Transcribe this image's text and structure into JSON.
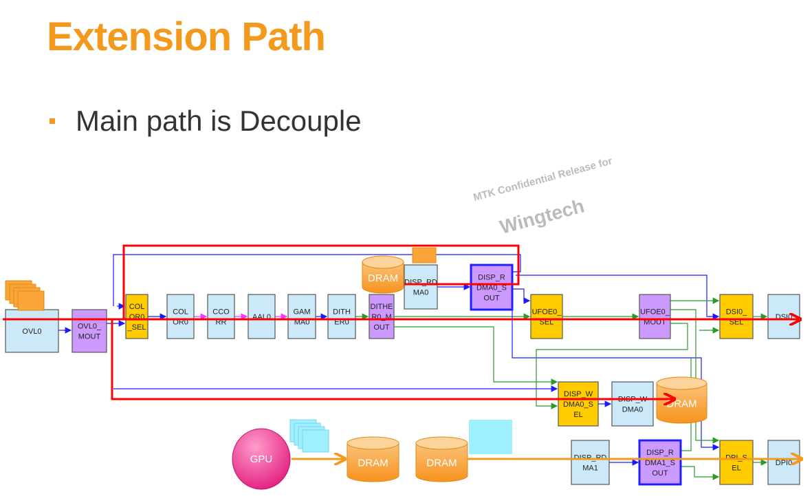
{
  "slide": {
    "title": "Extension Path",
    "bullet": "Main path is Decouple"
  },
  "watermark": "MTK Confidential Release for Wingtech",
  "colors": {
    "title": "#f39a1e",
    "decouple_path": "#ff0000",
    "gpu_path": "#f39a1e",
    "selector_block": "#ffcc00",
    "mout_block": "#cc99ff",
    "module_block": "#cce9f9",
    "dram": "#f9a53a",
    "gpu": "#e6307f"
  },
  "blocks": [
    {
      "id": "ovl0",
      "label": [
        "OVL0"
      ],
      "type": "module"
    },
    {
      "id": "ovl0-mout",
      "label": [
        "OVL0_",
        "MOUT"
      ],
      "type": "mout"
    },
    {
      "id": "color0-sel",
      "label": [
        "COL",
        "OR0",
        "_SEL"
      ],
      "type": "sel"
    },
    {
      "id": "color0",
      "label": [
        "COL",
        "OR0"
      ],
      "type": "module"
    },
    {
      "id": "ccorr",
      "label": [
        "CCO",
        "RR"
      ],
      "type": "module"
    },
    {
      "id": "aal0",
      "label": [
        "AAL0"
      ],
      "type": "module"
    },
    {
      "id": "gamma0",
      "label": [
        "GAM",
        "MA0"
      ],
      "type": "module"
    },
    {
      "id": "dither0",
      "label": [
        "DITH",
        "ER0"
      ],
      "type": "module"
    },
    {
      "id": "dither0-mout",
      "label": [
        "DITHE",
        "R0_M",
        "OUT"
      ],
      "type": "mout"
    },
    {
      "id": "disp-rdma0",
      "label": [
        "DISP_RD",
        "MA0"
      ],
      "type": "module"
    },
    {
      "id": "disp-rdma0-sout",
      "label": [
        "DISP_R",
        "DMA0_S",
        "OUT"
      ],
      "type": "sout"
    },
    {
      "id": "ufoe0-sel",
      "label": [
        "UFOE0_",
        "SEL"
      ],
      "type": "sel"
    },
    {
      "id": "ufoe0-mout",
      "label": [
        "UFOE0_",
        "MOUT"
      ],
      "type": "mout"
    },
    {
      "id": "dsi0-sel",
      "label": [
        "DSI0_",
        "SEL"
      ],
      "type": "sel"
    },
    {
      "id": "dsi0",
      "label": [
        "DSI0"
      ],
      "type": "module"
    },
    {
      "id": "disp-wdma0-sel",
      "label": [
        "DISP_W",
        "DMA0_S",
        "EL"
      ],
      "type": "sel"
    },
    {
      "id": "disp-wdma0",
      "label": [
        "DISP_W",
        "DMA0"
      ],
      "type": "module"
    },
    {
      "id": "disp-rdma1",
      "label": [
        "DISP_RD",
        "MA1"
      ],
      "type": "module"
    },
    {
      "id": "disp-rdma1-sout",
      "label": [
        "DISP_R",
        "DMA1_S",
        "OUT"
      ],
      "type": "sout"
    },
    {
      "id": "dpi-sel",
      "label": [
        "DPI_S",
        "EL"
      ],
      "type": "sel"
    },
    {
      "id": "dpi0",
      "label": [
        "DPI0"
      ],
      "type": "module"
    }
  ],
  "drams": [
    "DRAM",
    "DRAM",
    "DRAM",
    "DRAM"
  ],
  "gpu": "GPU"
}
